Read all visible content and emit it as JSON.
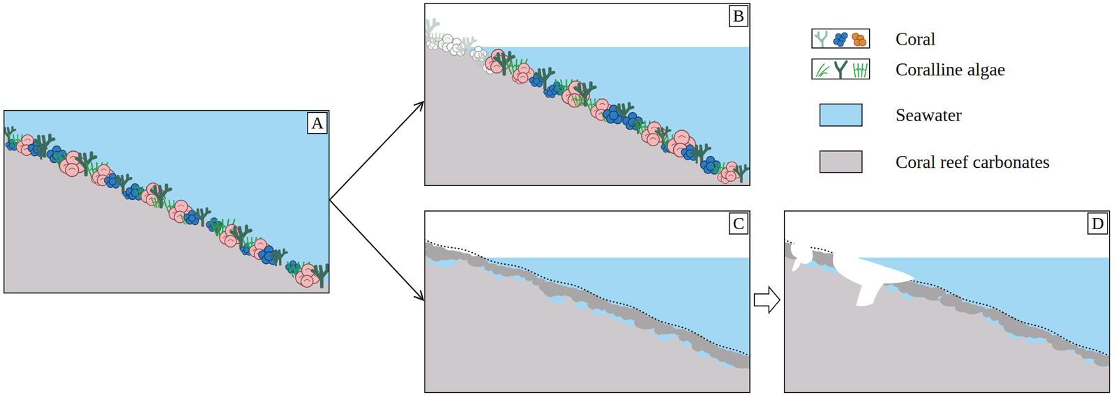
{
  "diagram": {
    "nodes": [
      {
        "text": [
          "A"
        ]
      },
      {
        "text": [
          "B"
        ]
      },
      {
        "text": [
          "C"
        ]
      },
      {
        "text": [
          "D"
        ]
      }
    ],
    "edges": [
      {
        "from": 0,
        "to": 1,
        "arrow": "to"
      },
      {
        "from": 0,
        "to": 2,
        "arrow": "to"
      },
      {
        "from": 2,
        "to": 3,
        "arrow": "to"
      }
    ],
    "legend": [
      {
        "text": "Coral"
      },
      {
        "text": "Coralline algae"
      },
      {
        "text": "Seawater",
        "color": "#a3d8f4"
      },
      {
        "text": "Coral reef carbonates",
        "color": "#cdc9cc"
      }
    ]
  }
}
